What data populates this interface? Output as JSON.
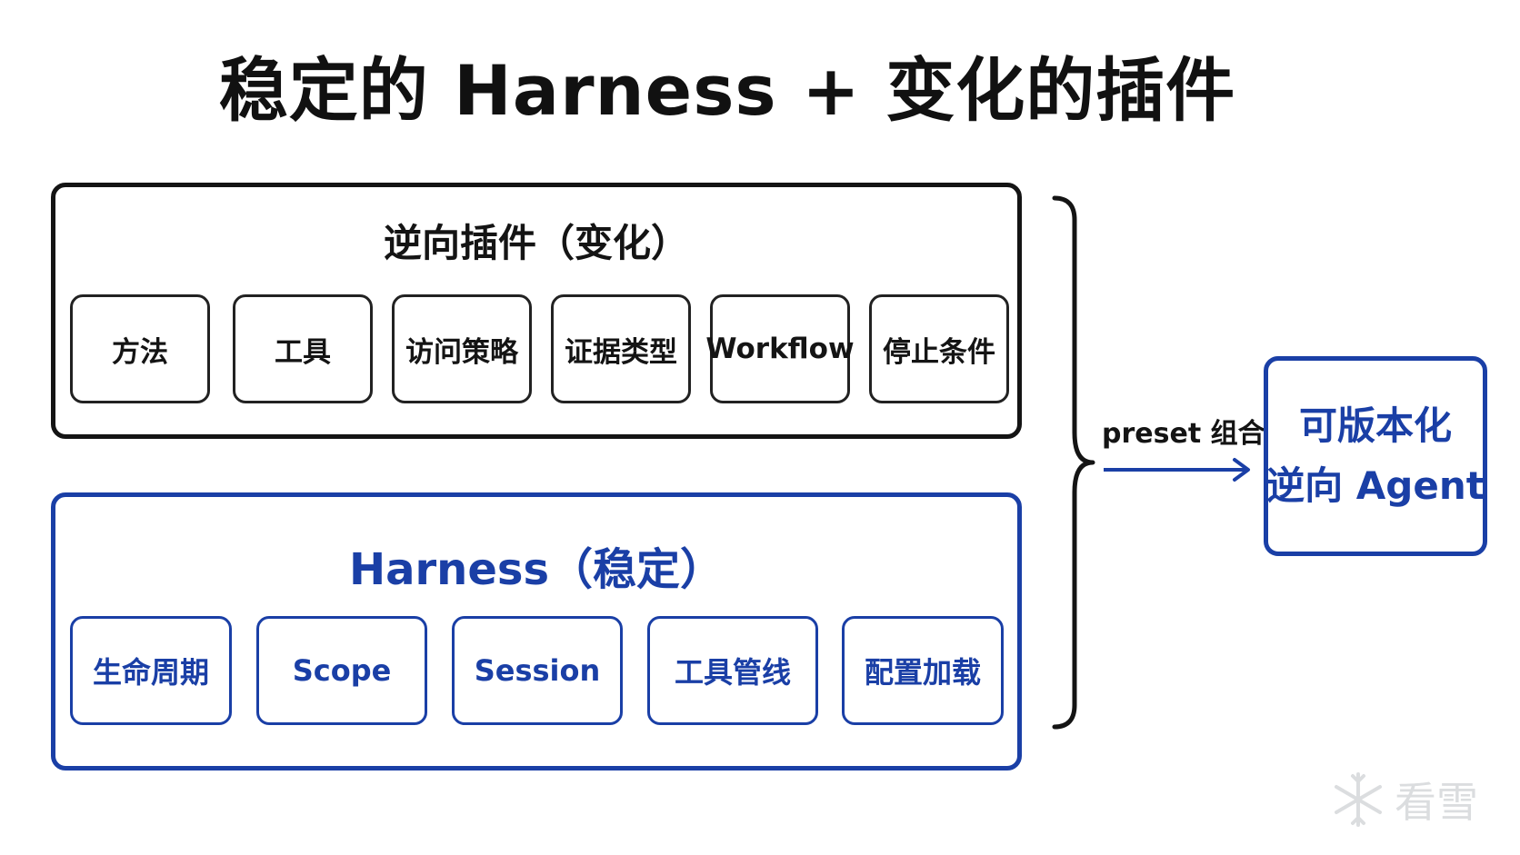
{
  "title": "稳定的 Harness + 变化的插件",
  "plugins": {
    "heading": "逆向插件（变化）",
    "items": [
      "方法",
      "工具",
      "访问策略",
      "证据类型",
      "Workflow",
      "停止条件"
    ]
  },
  "harness": {
    "heading": "Harness（稳定）",
    "items": [
      "生命周期",
      "Scope",
      "Session",
      "工具管线",
      "配置加载"
    ]
  },
  "connector": {
    "label": "preset 组合"
  },
  "result": {
    "line1": "可版本化",
    "line2": "逆向 Agent"
  },
  "watermark": {
    "text": "看雪",
    "icon": "snowflake-icon"
  },
  "colors": {
    "dark": "#141414",
    "accent_blue": "#1a3fa6"
  }
}
